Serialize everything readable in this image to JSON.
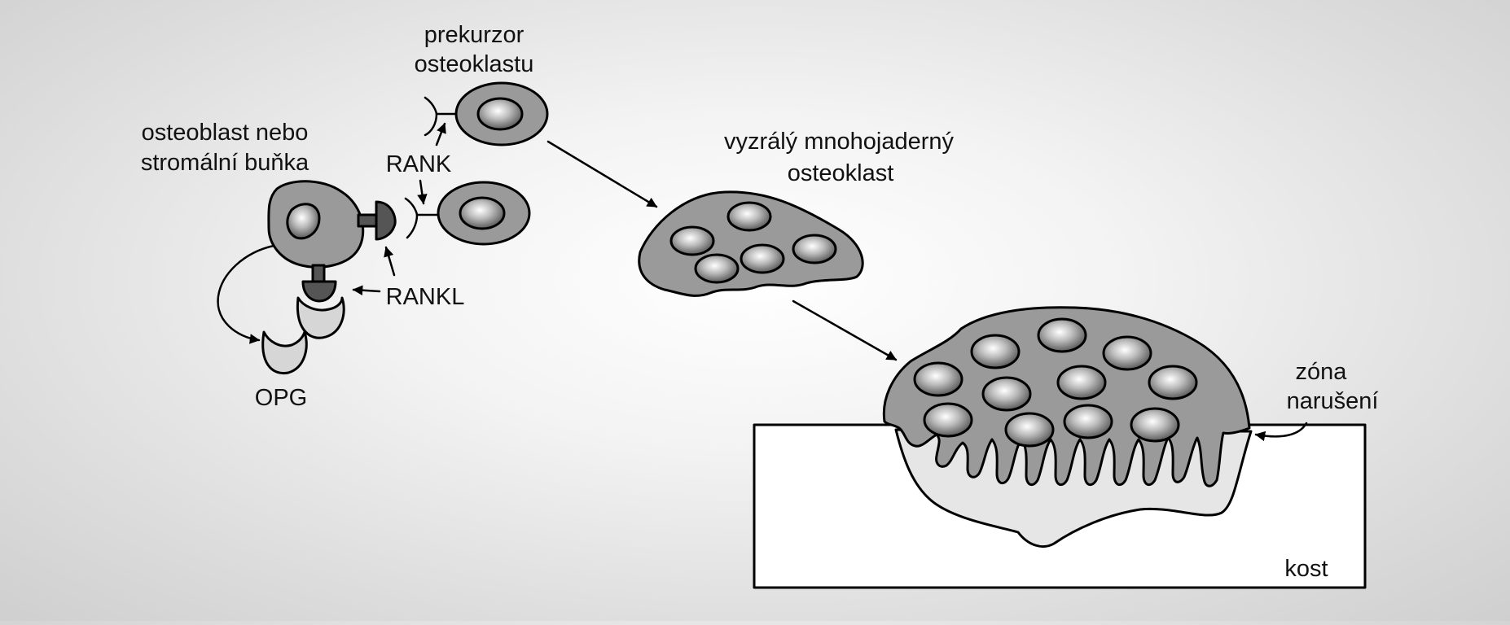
{
  "labels": {
    "precursor_line1": "prekurzor",
    "precursor_line2": "osteoklastu",
    "osteoblast_line1": "osteoblast nebo",
    "osteoblast_line2": "stromální buňka",
    "rank": "RANK",
    "rankl": "RANKL",
    "opg": "OPG",
    "mature_line1": "vyzrálý mnohojaderný",
    "mature_line2": "osteoklast",
    "zone_line1": "zóna",
    "zone_line2": "narušení",
    "bone": "kost"
  },
  "colors": {
    "cell_fill": "#9a9a9a",
    "dark_ligand": "#555555",
    "opg_fill": "#d6d6d6",
    "resorption_fill": "#e6e6e6",
    "bone_fill": "#ffffff",
    "outline": "#000000"
  }
}
